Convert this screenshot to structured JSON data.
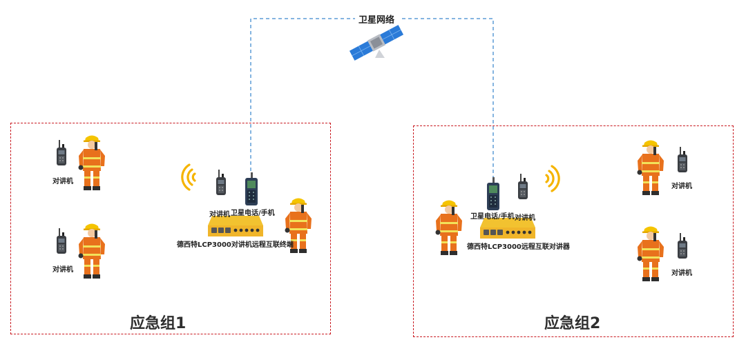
{
  "network": {
    "title": "卫星网络"
  },
  "groups": [
    {
      "title": "应急组1",
      "radio_labels": [
        "对讲机",
        "对讲机"
      ],
      "station": {
        "radio_label": "对讲机",
        "phone_label": "卫星电话/手机",
        "device_label": "德西特LCP3000对讲机远程互联终端"
      }
    },
    {
      "title": "应急组2",
      "radio_labels": [
        "对讲机",
        "对讲机"
      ],
      "station": {
        "radio_label": "对讲机",
        "phone_label": "卫星电话/手机",
        "device_label": "德西特LCP3000远程互联对讲器"
      }
    }
  ],
  "colors": {
    "group_border": "#c8161d",
    "link_line": "#5b9bd5",
    "signal": "#f5b400",
    "uniform": "#e8711c",
    "device": "#f2c230"
  },
  "icons": [
    "satellite-icon",
    "walkie-talkie-icon",
    "firefighter-icon",
    "satellite-phone-icon",
    "router-device-icon",
    "signal-waves-icon"
  ]
}
